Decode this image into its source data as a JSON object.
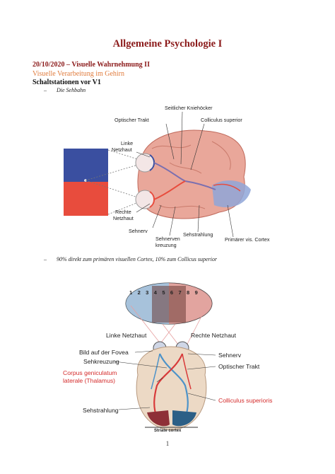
{
  "header": {
    "title": "Allgemeine Psychologie I",
    "date_line": "20/10/2020 – Visuelle Wahrnehmung II",
    "subtitle": "Visuelle Verarbeitung im Gehirn",
    "section": "Schaltstationen vor V1"
  },
  "bullets": [
    "Die Sehbahn",
    "90% direkt zum primären visuellen Cortex, 10% zum Collicus superior"
  ],
  "figure1": {
    "labels": {
      "seitlicher_kniehoecker": "Seitlicher Kniehöcker",
      "optischer_trakt": "Optischer Trakt",
      "colliculus_superior": "Colliculus superior",
      "linke_netzhaut": [
        "Linke",
        "Netzhaut"
      ],
      "rechte_netzhaut": [
        "Rechte",
        "Netzhaut"
      ],
      "sehnerv": "Sehnerv",
      "sehnervenkreuzung": [
        "Sehnerven",
        "kreuzung"
      ],
      "sehstrahlung": "Sehstrahlung",
      "primaerer_cortex": "Primärer vis. Cortex"
    }
  },
  "figure2": {
    "field_numbers": [
      "1",
      "2",
      "3",
      "4",
      "5",
      "6",
      "7",
      "8",
      "9"
    ],
    "labels": {
      "linke_netzhaut": "Linke Netzhaut",
      "rechte_netzhaut": "Rechte Netzhaut",
      "bild_fovea": "Bild auf der Fovea",
      "sehkreuzung": "Sehkreuzung",
      "cgl": [
        "Corpus geniculatum",
        "laterale (Thalamus)"
      ],
      "sehstrahlung": "Sehstrahlung",
      "sehnerv": "Sehnerv",
      "optischer_trakt": "Optischer Trakt",
      "colliculus": "Colliculus superioris",
      "striate": "Striate cortex"
    }
  },
  "footer": {
    "page_number": "1"
  },
  "colors": {
    "title": "#8b1a1a",
    "subtitle": "#e07b3c",
    "blue": "#3a4fa0",
    "red": "#e84c3d",
    "highlight": "#d42a2a"
  }
}
